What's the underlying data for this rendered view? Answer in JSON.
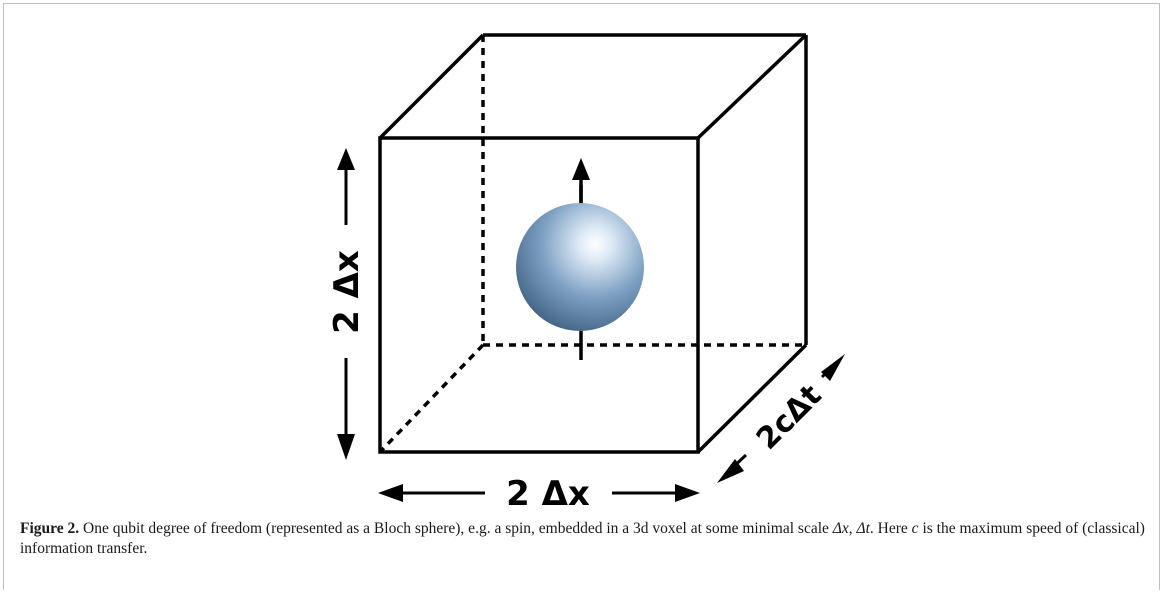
{
  "figure": {
    "labels": {
      "height": "2 Δx",
      "width": "2 Δx",
      "depth": "2cΔt"
    },
    "sphere_color": "#7fa2c4"
  },
  "caption": {
    "label": "Figure 2.",
    "text_1": " One qubit degree of freedom (represented as a Bloch sphere), e.g. a spin, embedded in a 3d voxel at some minimal scale ",
    "dx": "Δx",
    "sep": ", ",
    "dt": "Δt",
    "text_2": ". Here ",
    "c": "c",
    "text_3": " is the maximum speed of (classical) information transfer."
  }
}
